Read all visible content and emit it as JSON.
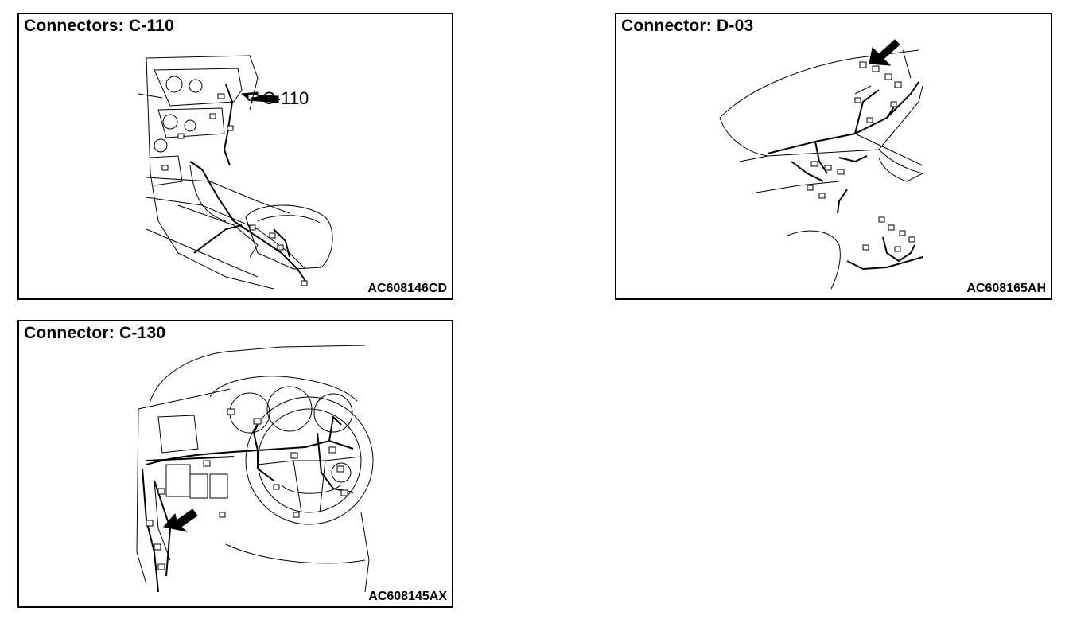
{
  "panels": [
    {
      "title": "Connectors: C-110",
      "callout": "C-110",
      "figure_code": "AC608146CD"
    },
    {
      "title": "Connector: D-03",
      "figure_code": "AC608165AH"
    },
    {
      "title": "Connector: C-130",
      "figure_code": "AC608145AX"
    }
  ],
  "colors": {
    "line": "#000000",
    "background": "#ffffff"
  },
  "icons": [
    "pointer-arrow-icon",
    "connector-icon"
  ]
}
